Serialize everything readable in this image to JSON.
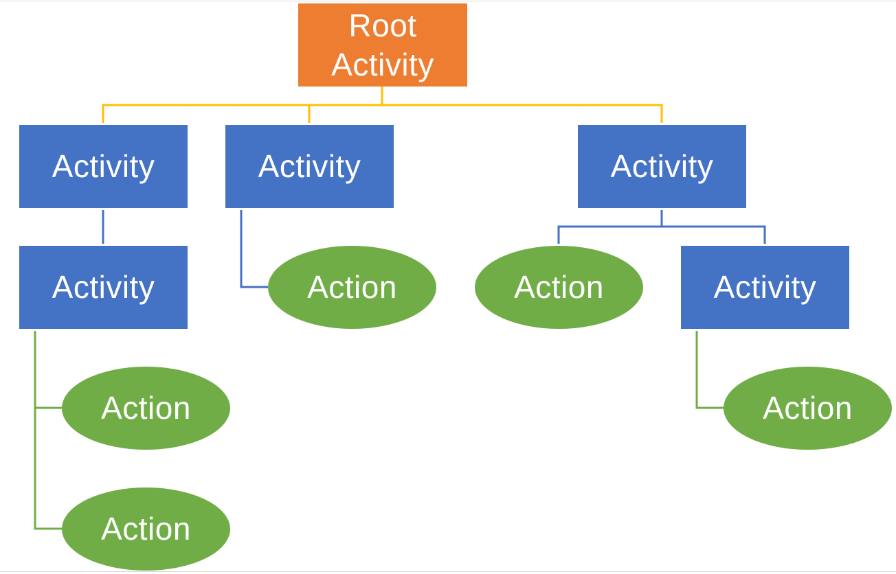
{
  "colors": {
    "root": "#ed7d31",
    "activity": "#4472c4",
    "action": "#70ad47",
    "root_connector": "#ffc000",
    "activity_connector": "#4472c4",
    "action_connector": "#70ad47"
  },
  "nodes": {
    "root": {
      "label": "Root\nActivity"
    },
    "activity_1": {
      "label": "Activity"
    },
    "activity_2": {
      "label": "Activity"
    },
    "activity_3": {
      "label": "Activity"
    },
    "activity_4": {
      "label": "Activity"
    },
    "activity_5": {
      "label": "Activity"
    },
    "action_1": {
      "label": "Action"
    },
    "action_2": {
      "label": "Action"
    },
    "action_3": {
      "label": "Action"
    },
    "action_4": {
      "label": "Action"
    },
    "action_5": {
      "label": "Action"
    }
  },
  "edges": [
    {
      "from": "root",
      "to": "activity_1"
    },
    {
      "from": "root",
      "to": "activity_2"
    },
    {
      "from": "root",
      "to": "activity_3"
    },
    {
      "from": "activity_1",
      "to": "activity_4"
    },
    {
      "from": "activity_2",
      "to": "action_1"
    },
    {
      "from": "activity_3",
      "to": "action_2"
    },
    {
      "from": "activity_3",
      "to": "activity_5"
    },
    {
      "from": "activity_4",
      "to": "action_3"
    },
    {
      "from": "activity_4",
      "to": "action_4"
    },
    {
      "from": "activity_5",
      "to": "action_5"
    }
  ]
}
